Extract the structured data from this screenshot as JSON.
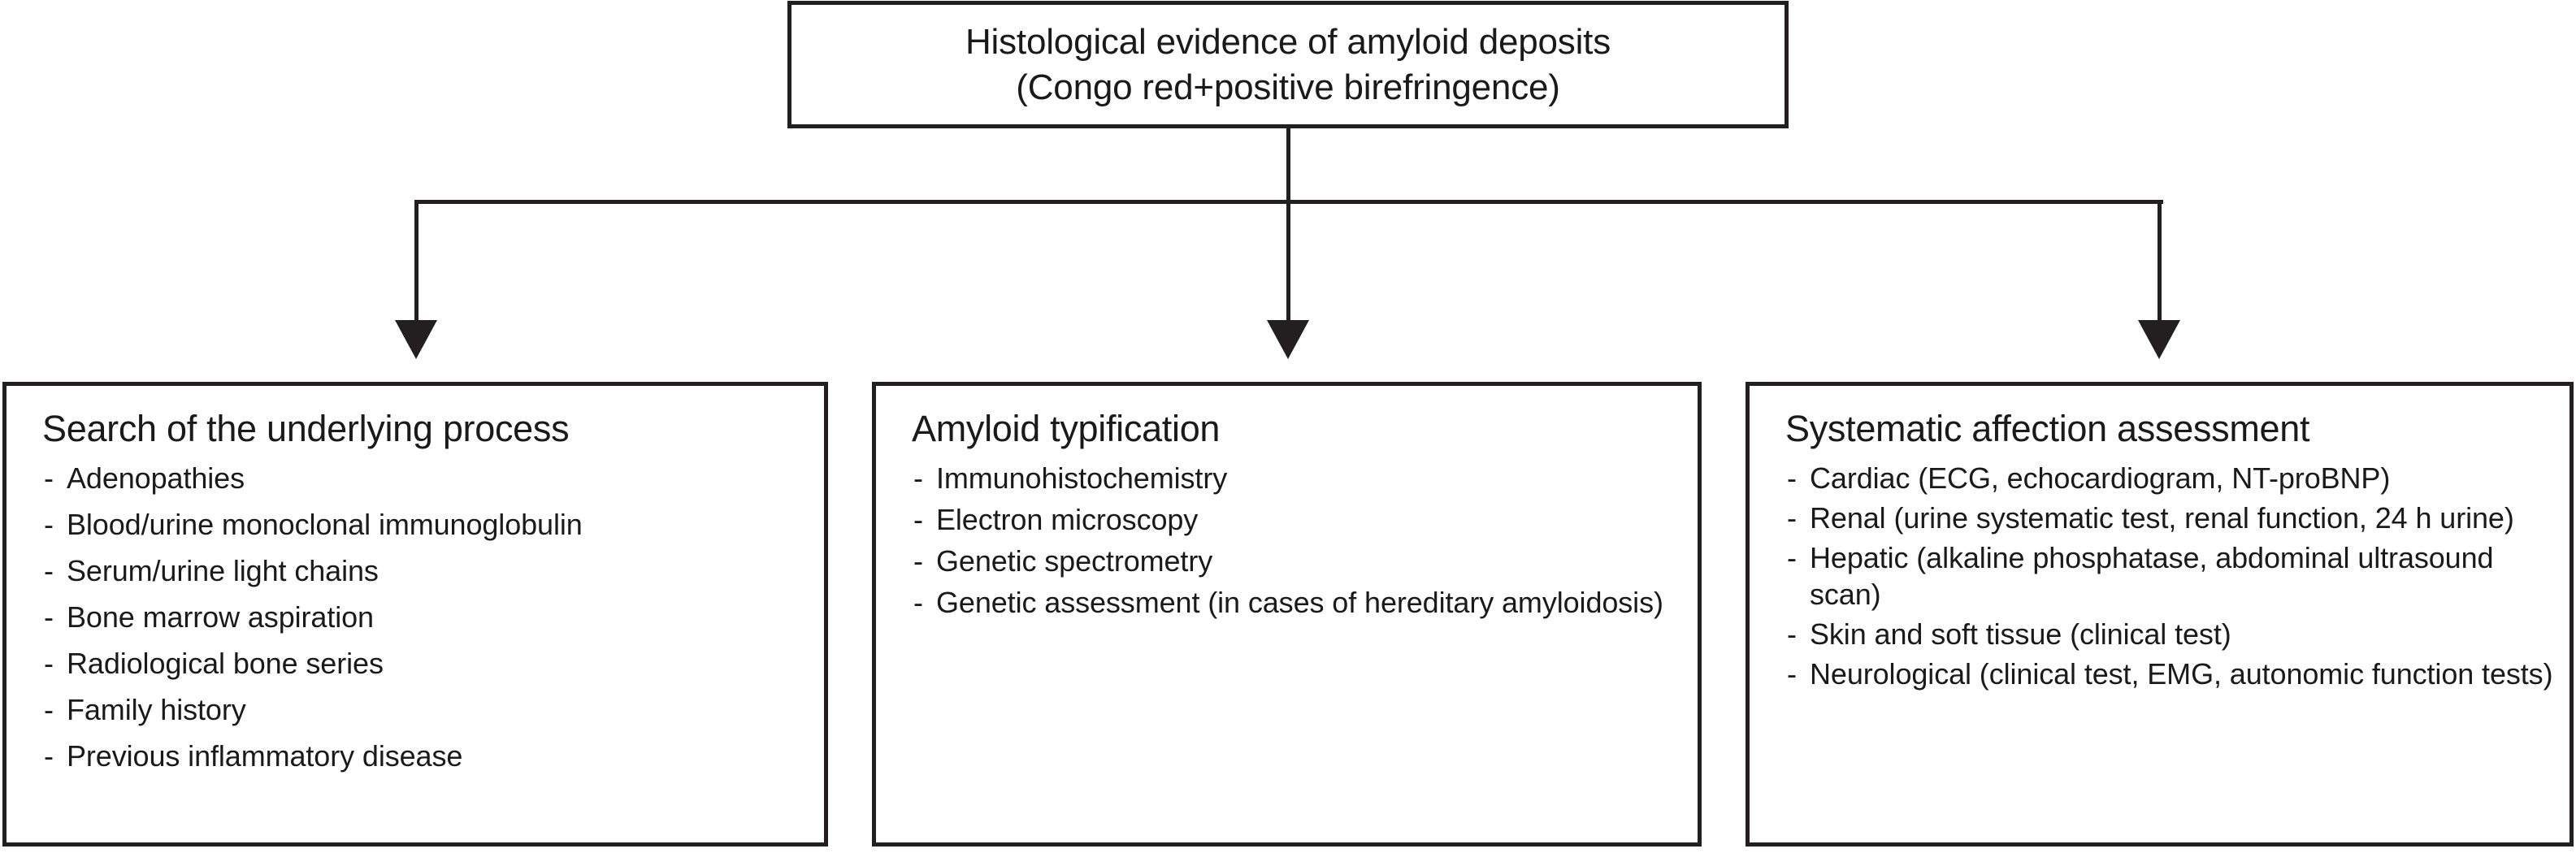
{
  "diagram": {
    "title": "Histological evidence of amyloid deposits (Congo red+positive birefringence) diagnostic workup",
    "root": {
      "line1": "Histological evidence of amyloid deposits",
      "line2": "(Congo red+positive birefringence)"
    },
    "branches": [
      {
        "id": "search-of-the-underlying-process",
        "title": "Search of the underlying process",
        "items": [
          "Adenopathies",
          "Blood/urine monoclonal immunoglobulin",
          "Serum/urine light chains",
          "Bone marrow aspiration",
          "Radiological bone series",
          "Family history",
          "Previous inflammatory disease"
        ]
      },
      {
        "id": "amyloid-typification",
        "title": "Amyloid typification",
        "items": [
          "Immunohistochemistry",
          "Electron microscopy",
          "Genetic spectrometry",
          "Genetic assessment (in cases of hereditary amyloidosis)"
        ]
      },
      {
        "id": "systematic-affection-assessment",
        "title": "Systematic affection assessment",
        "items": [
          "Cardiac (ECG, echocardiogram, NT-proBNP)",
          "Renal (urine systematic test, renal function, 24 h urine)",
          "Hepatic (alkaline phosphatase, abdominal ultrasound scan)",
          "Skin and soft tissue (clinical test)",
          "Neurological (clinical test, EMG, autonomic function tests)"
        ]
      }
    ],
    "connectors": {
      "style": "orthogonal-elbow",
      "arrowhead": "filled-triangle",
      "line_color": "#231f20",
      "background_color": "#ffffff"
    }
  }
}
